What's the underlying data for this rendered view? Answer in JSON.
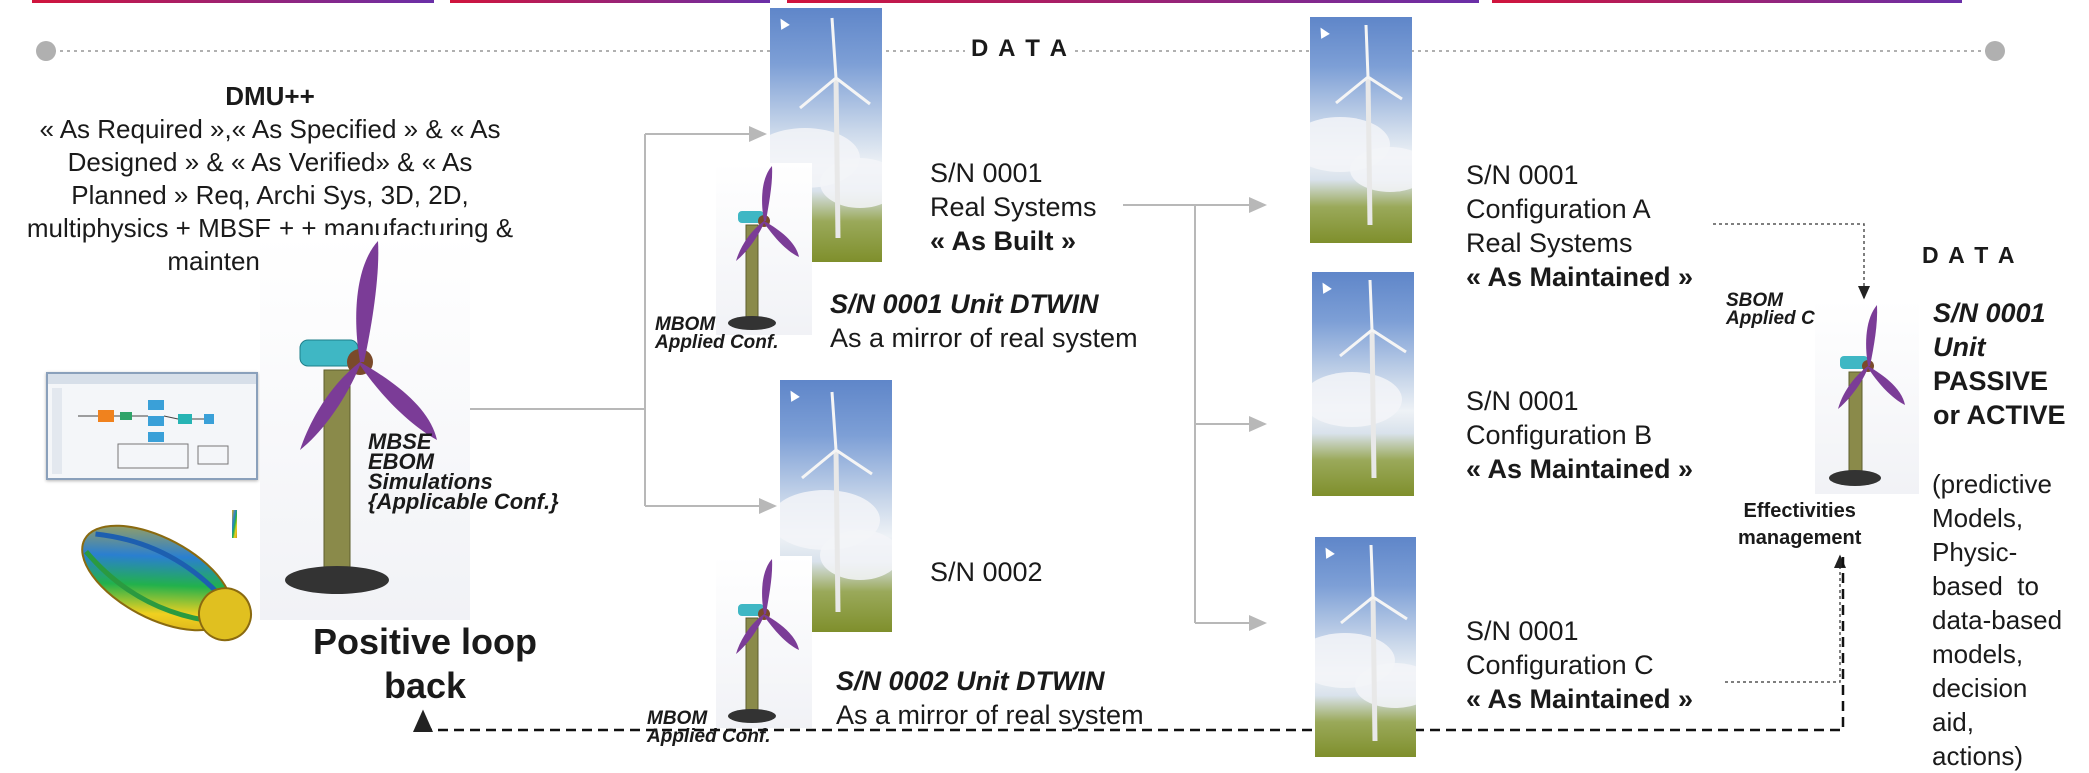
{
  "header": {
    "data_label_top": "D A T A"
  },
  "dmu": {
    "title": "DMU++",
    "body_lines": [
      "« As Required »,« As Specified » & « As",
      "Designed » & « As Verified» & « As",
      "Planned » Req, Archi Sys, 3D, 2D,",
      "multiphysics + MBSE + + manufacturing &",
      "maintenance, etc."
    ]
  },
  "mbse_label": [
    "MBSE",
    "EBOM",
    "Simulations",
    "{Applicable Conf.}"
  ],
  "positive_loop": [
    "Positive loop",
    "back"
  ],
  "mbom_label": [
    "MBOM",
    "Applied Conf."
  ],
  "unit1": {
    "sn_line": "S/N 0001",
    "real_line": "Real Systems",
    "as_built": "« As Built »",
    "dtwin_title": "S/N 0001 Unit DTWIN",
    "dtwin_sub": "As a mirror of real system"
  },
  "unit2": {
    "sn_line": "S/N 0002",
    "dtwin_title": "S/N 0002 Unit DTWIN",
    "dtwin_sub": "As a mirror of real system"
  },
  "config_a": [
    "S/N 0001",
    "Configuration A",
    "Real Systems",
    "« As Maintained »"
  ],
  "config_b": [
    "S/N 0001",
    "Configuration B",
    "« As Maintained »"
  ],
  "config_c": [
    "S/N 0001",
    "Configuration C",
    "« As Maintained »"
  ],
  "right_panel": {
    "data_label": "D A T A",
    "sbom_label": [
      "SBOM",
      "Applied Conf."
    ],
    "unit_title": [
      "S/N 0001",
      "Unit",
      "PASSIVE",
      "or ACTIVE"
    ],
    "effectivities": [
      "Effectivities",
      "management"
    ],
    "desc_lines": [
      "(predictive",
      "Models,",
      "Physic-",
      "based  to",
      "data-based",
      "models,",
      "decision",
      "aid,",
      "actions)"
    ]
  },
  "colors": {
    "top_bar_gradient": [
      "#d1143c",
      "#6a2fa8"
    ],
    "blade_purple": "#7b3c97",
    "tower_olive": "#8a8a4a",
    "nacelle_teal": "#3fb7c4",
    "timeline_gray": "#b0b0b0"
  },
  "icons": [
    "turbine-photo",
    "turbine-3d-model",
    "simulink-screenshot",
    "cfd-simulation-image",
    "cursor-icon",
    "arrow-head-icon"
  ]
}
